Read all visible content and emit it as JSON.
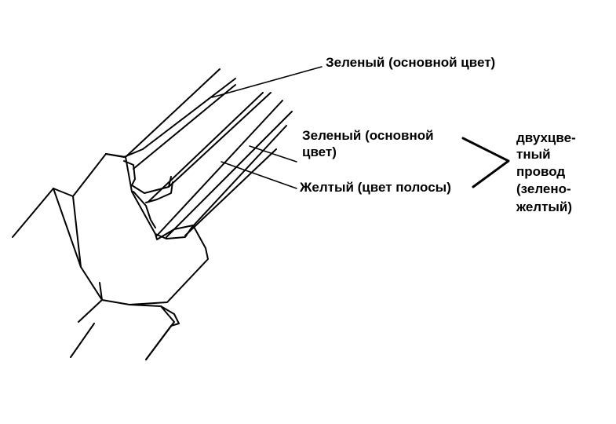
{
  "labels": {
    "green_main_top": "Зеленый (основной цвет)",
    "green_main_mid_line1": "Зеленый (основной",
    "green_main_mid_line2": "цвет)",
    "yellow_stripe": "Желтый (цвет полосы)",
    "two_color_wire": [
      "двухцве-",
      "тный",
      "провод",
      "(зелено-",
      "желтый)"
    ]
  },
  "colors": {
    "ink": "#000000",
    "background": "#ffffff"
  }
}
